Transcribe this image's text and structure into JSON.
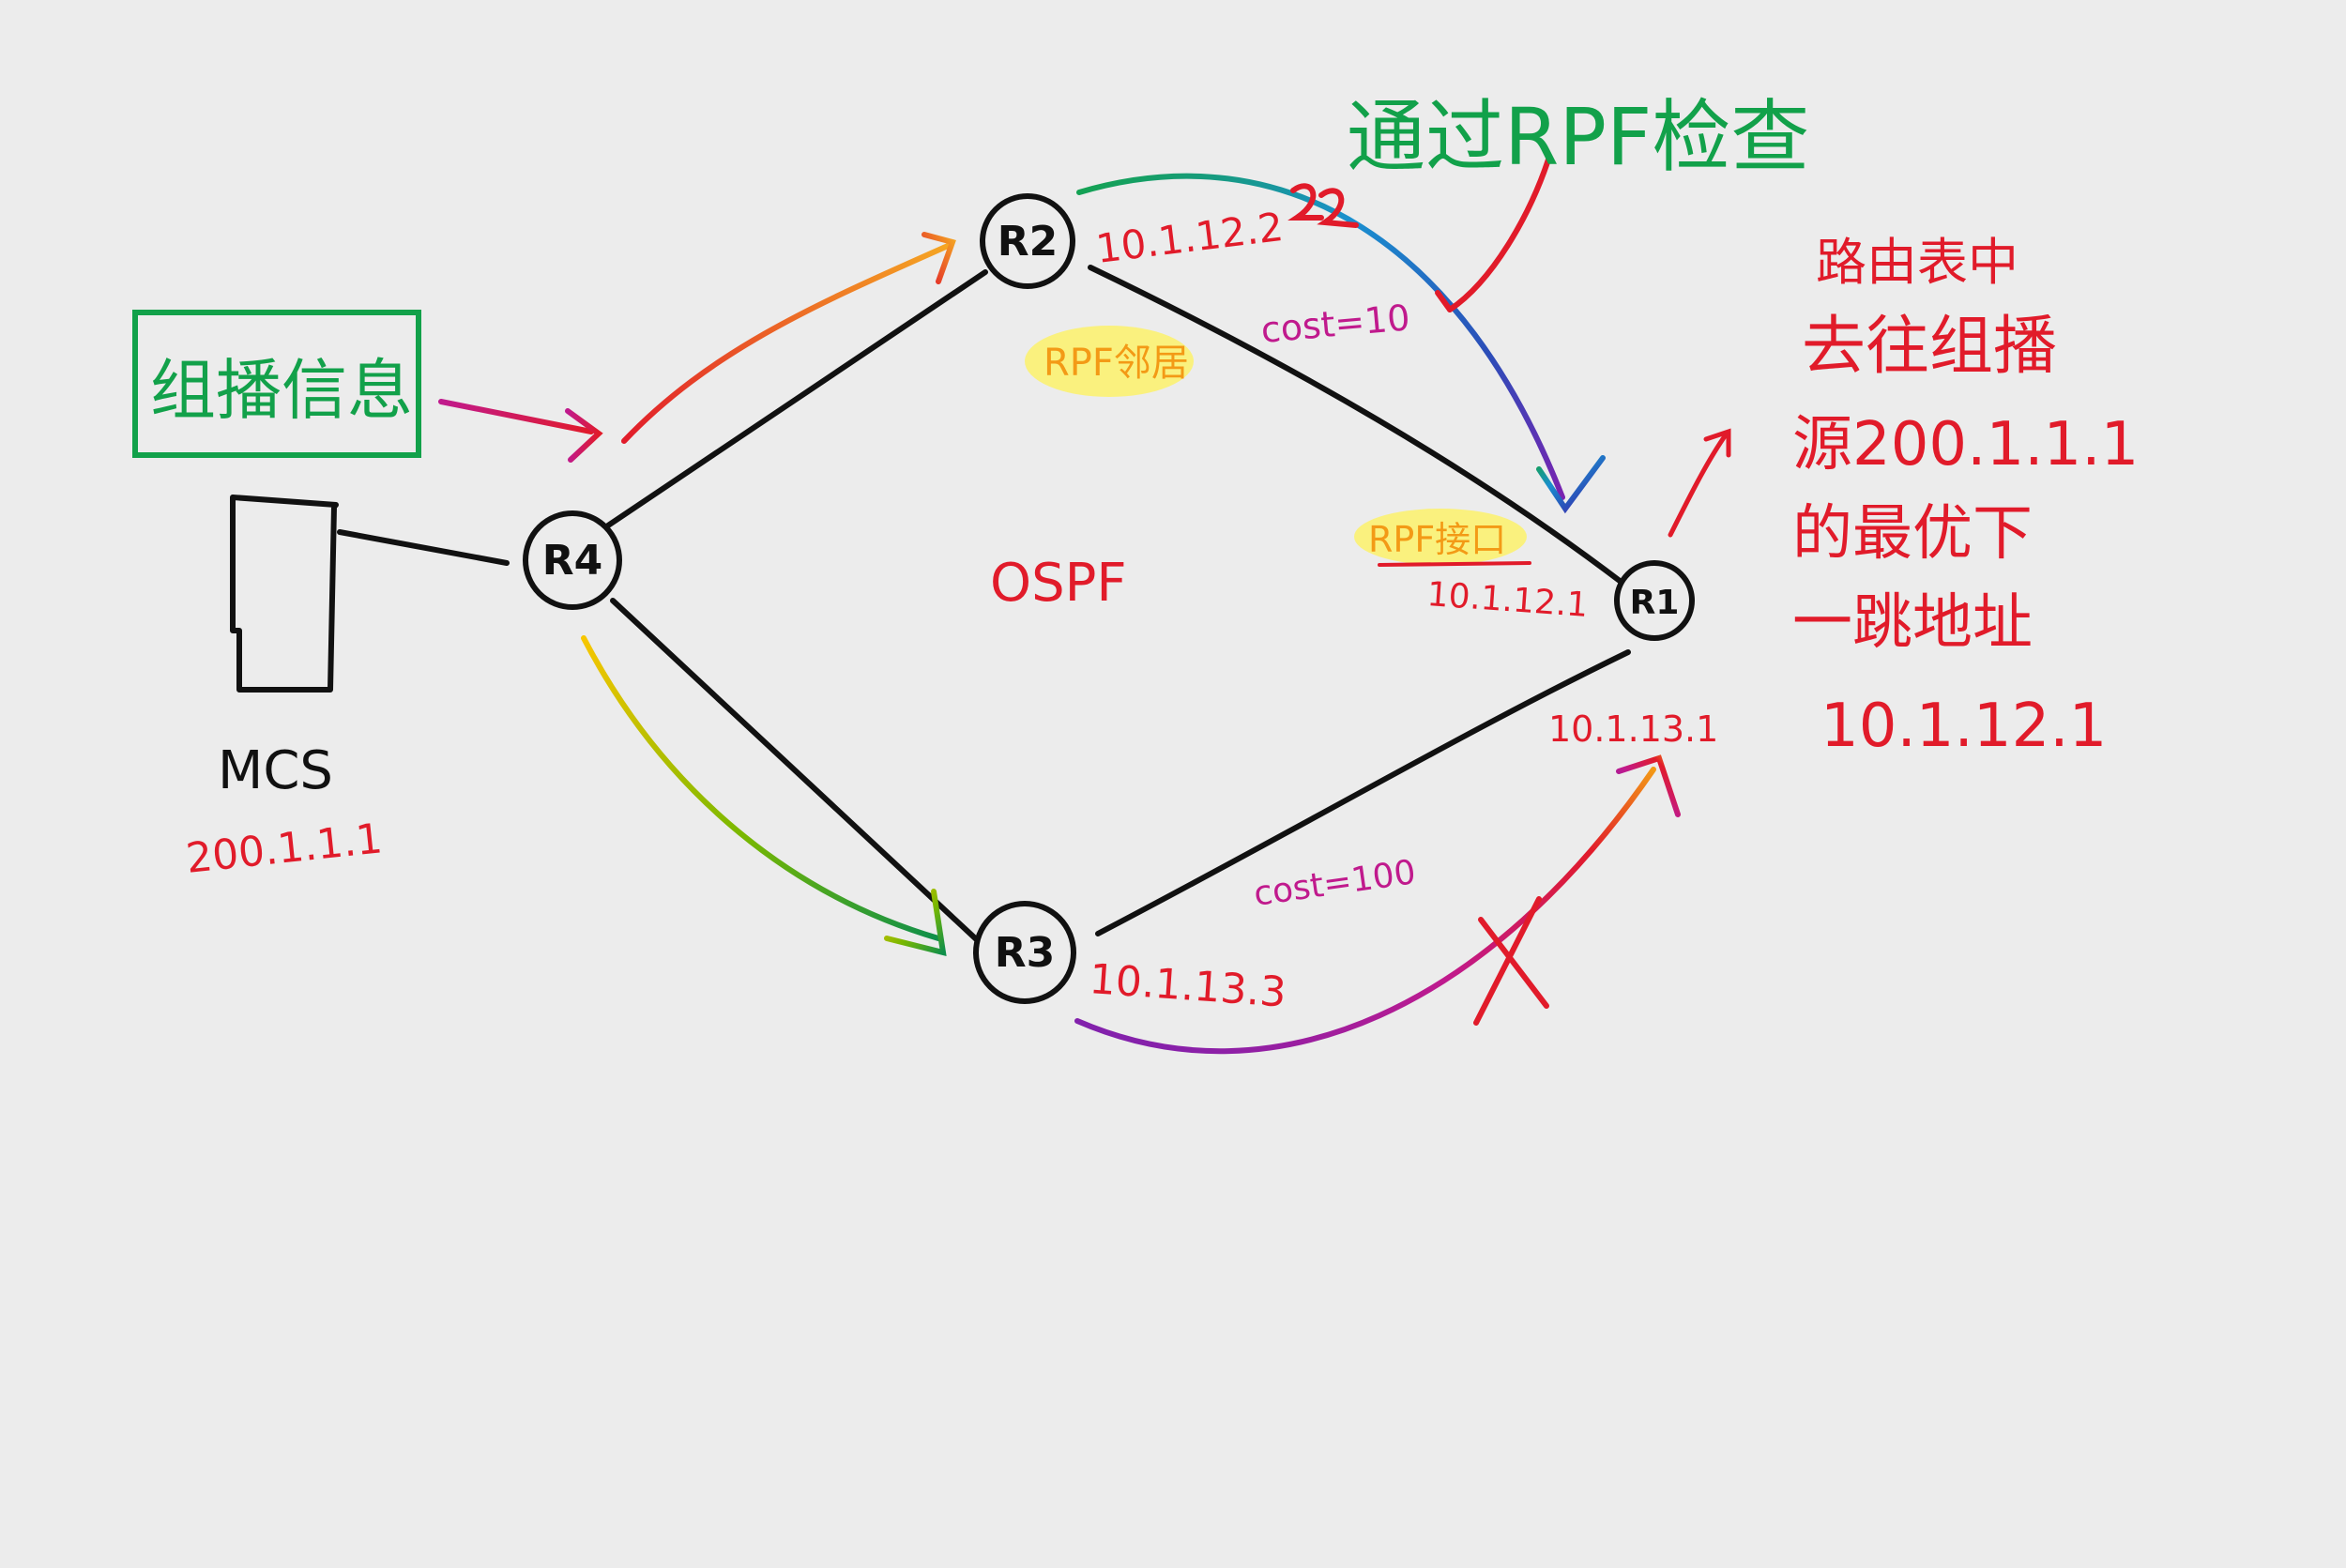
{
  "diagram": {
    "routers": {
      "r1": "R1",
      "r2": "R2",
      "r3": "R3",
      "r4": "R4"
    },
    "source": {
      "name": "MCS",
      "address": "200.1.1.1"
    },
    "boxed_label": "组播信息",
    "protocol": "OSPF",
    "interfaces": {
      "r2_r1_side": "10.1.12.2",
      "r1_r2_side": "10.1.12.1",
      "r1_r3_side": "10.1.13.1",
      "r3_r1_side": "10.1.13.3"
    },
    "costs": {
      "r2_r1": "cost=10",
      "r3_r1": "cost=100"
    },
    "rpf_neighbor": "RPF邻居",
    "rpf_interface": "RPF接口",
    "rpf_pass": "通过RPF检查",
    "note_lines": [
      "路由表中",
      "去往组播",
      "源200.1.1.1",
      "的最优下",
      "一跳地址",
      "10.1.12.1"
    ],
    "colors": {
      "background": "#ececec",
      "ink": "#111111",
      "red": "#e11b2a",
      "green": "#12a14a",
      "magenta": "#c01a8d",
      "orange": "#f39a16",
      "highlight": "#fff35a"
    }
  }
}
